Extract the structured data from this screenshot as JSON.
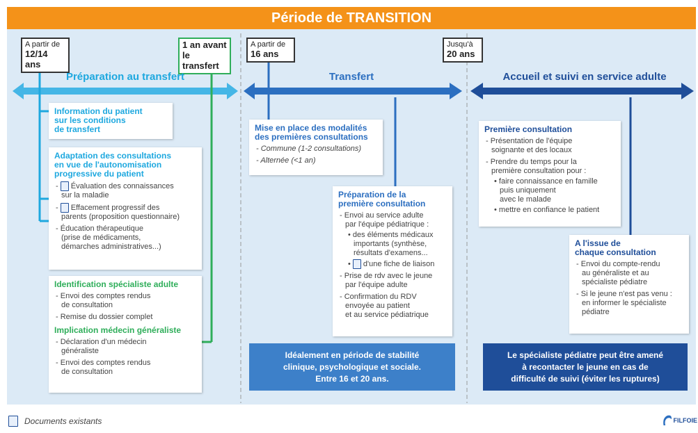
{
  "title": "Période de TRANSITION",
  "tags": {
    "t1": {
      "line1": "A partir de",
      "line2": "12/14 ans"
    },
    "t2": {
      "line1": "1 an avant",
      "line2": "le transfert"
    },
    "t3": {
      "line1": "A partir de",
      "line2": "16 ans"
    },
    "t4": {
      "line1": "Jusqu'à",
      "line2": "20 ans"
    }
  },
  "phases": {
    "prep": "Préparation au transfert",
    "transfert": "Transfert",
    "accueil": "Accueil et suivi en service adulte"
  },
  "boxes": {
    "info": {
      "l1": "Information du patient",
      "l2": "sur les conditions",
      "l3": "de transfert"
    },
    "adapt": {
      "h1": "Adaptation des consultations",
      "h2": "en vue de l'autonomisation",
      "h3": "progressive du patient",
      "i1a": "Évaluation des connaissances",
      "i1b": "sur la maladie",
      "i2a": "Effacement progressif des",
      "i2b": "parents (proposition questionnaire)",
      "i3a": "Éducation thérapeutique",
      "i3b": "(prise de médicaments,",
      "i3c": "démarches administratives...)"
    },
    "ident": {
      "h": "Identification spécialiste adulte",
      "i1a": "Envoi des comptes rendus",
      "i1b": "de consultation",
      "i2": "Remise du dossier complet",
      "h2": "Implication médecin généraliste",
      "i3a": "Déclaration d'un médecin",
      "i3b": "généraliste",
      "i4a": "Envoi des comptes rendus",
      "i4b": "de consultation"
    },
    "modal": {
      "h1": "Mise en place des modalités",
      "h2": "des premières consultations",
      "i1": "Commune (1-2 consultations)",
      "i2": "Alternée (<1 an)"
    },
    "prepcons": {
      "h1": "Préparation de la",
      "h2": "première consultation",
      "i1a": "Envoi au service adulte",
      "i1b": "par l'équipe pédiatrique :",
      "s1a": "des éléments médicaux",
      "s1b": "importants (synthèse,",
      "s1c": "résultats d'examens...",
      "s2": "d'une fiche de liaison",
      "i2a": "Prise de rdv avec le jeune",
      "i2b": "par l'équipe adulte",
      "i3a": "Confirmation du RDV",
      "i3b": "envoyée au patient",
      "i3c": "et au service pédiatrique"
    },
    "premiere": {
      "h": "Première consultation",
      "i1a": "Présentation de l'équipe",
      "i1b": "soignante et des locaux",
      "i2a": "Prendre du temps pour la",
      "i2b": "première consultation pour :",
      "s1a": "faire connaissance en famille",
      "s1b": "puis uniquement",
      "s1c": "avec le malade",
      "s2": "mettre en confiance le patient"
    },
    "issue": {
      "h1": "A l'issue de",
      "h2": "chaque consultation",
      "i1a": "Envoi du compte-rendu",
      "i1b": "au généraliste et au",
      "i1c": "spécialiste pédiatre",
      "i2a": "Si le jeune n'est pas venu :",
      "i2b": "en informer le spécialiste",
      "i2c": "pédiatre"
    }
  },
  "bars": {
    "b1": {
      "l1": "Idéalement en période de stabilité",
      "l2": "clinique, psychologique et sociale.",
      "l3": "Entre 16 et 20 ans."
    },
    "b2": {
      "l1": "Le spécialiste pédiatre peut être amené",
      "l2": "à recontacter le jeune en cas de",
      "l3": "difficulté de suivi (éviter les ruptures)"
    }
  },
  "legend": "Documents existants",
  "logo": "FILFOIE",
  "colors": {
    "orange": "#f49219",
    "cyan": "#1ea8df",
    "green": "#2fae5a",
    "blue": "#2c6fc0",
    "navy": "#1f4e99"
  }
}
